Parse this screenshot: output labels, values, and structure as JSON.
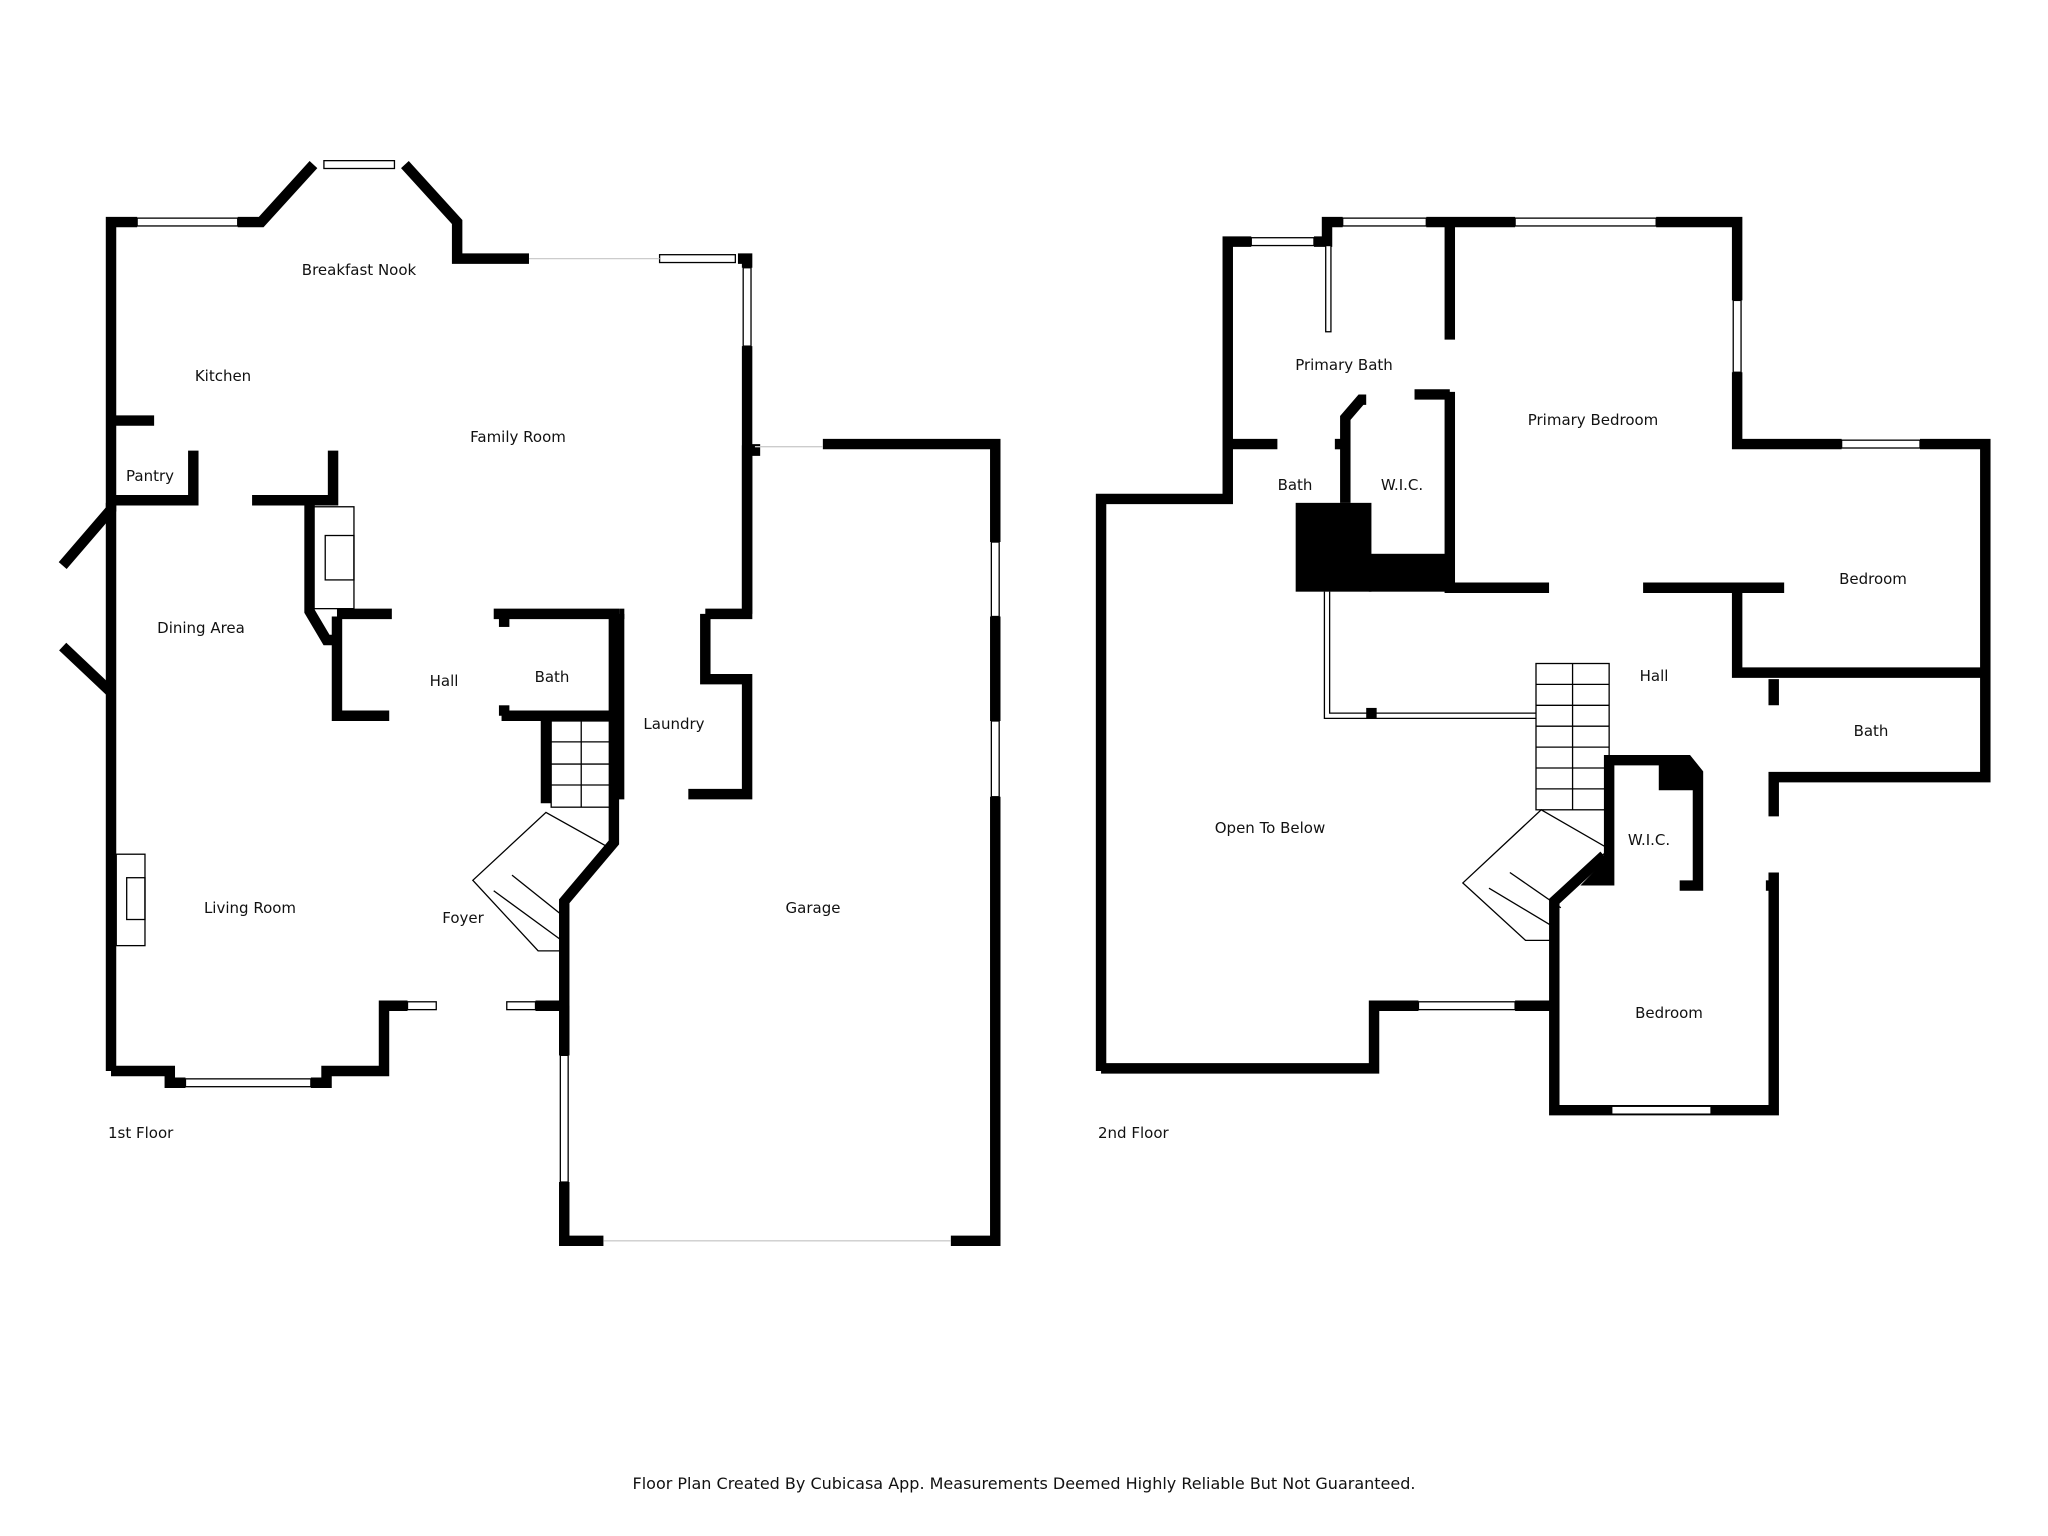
{
  "colors": {
    "wall": "#000000",
    "background": "#ffffff",
    "window": "#ffffff",
    "text": "#111111"
  },
  "floors": [
    {
      "name": "1st Floor",
      "rooms": [
        {
          "label": "Breakfast Nook"
        },
        {
          "label": "Kitchen"
        },
        {
          "label": "Family Room"
        },
        {
          "label": "Pantry"
        },
        {
          "label": "Dining Area"
        },
        {
          "label": "Hall"
        },
        {
          "label": "Bath"
        },
        {
          "label": "Laundry"
        },
        {
          "label": "Living Room"
        },
        {
          "label": "Foyer"
        },
        {
          "label": "Garage"
        }
      ]
    },
    {
      "name": "2nd Floor",
      "rooms": [
        {
          "label": "Primary Bath"
        },
        {
          "label": "Primary Bedroom"
        },
        {
          "label": "Bath"
        },
        {
          "label": "W.I.C."
        },
        {
          "label": "Bedroom"
        },
        {
          "label": "Hall"
        },
        {
          "label": "Bath"
        },
        {
          "label": "Open To Below"
        },
        {
          "label": "W.I.C."
        },
        {
          "label": "Bedroom"
        }
      ]
    }
  ],
  "caption": "Floor Plan Created By Cubicasa App. Measurements Deemed Highly Reliable But Not Guaranteed."
}
